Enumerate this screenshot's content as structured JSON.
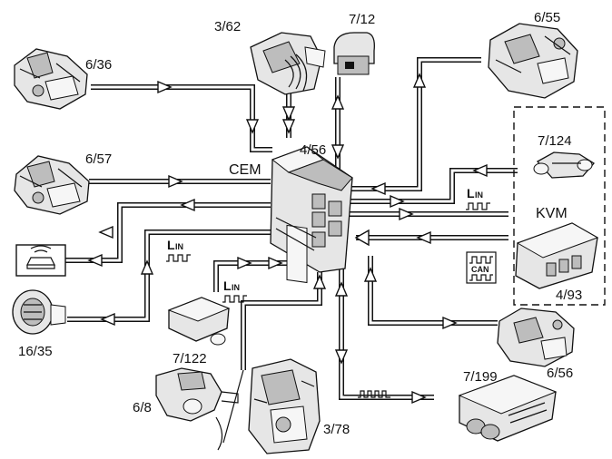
{
  "labels": {
    "cem": "CEM",
    "kvm": "KVM",
    "c3_62": "3/62",
    "c7_12": "7/12",
    "c6_55": "6/55",
    "c6_36": "6/36",
    "c4_56": "4/56",
    "c6_57": "6/57",
    "c7_124": "7/124",
    "c16_35": "16/35",
    "c7_122": "7/122",
    "c4_93": "4/93",
    "c6_56": "6/56",
    "c6_8": "6/8",
    "c3_78": "3/78",
    "c7_199": "7/199"
  },
  "bus": {
    "lin_l": "L",
    "lin_in": "IN",
    "can": "CAN"
  }
}
